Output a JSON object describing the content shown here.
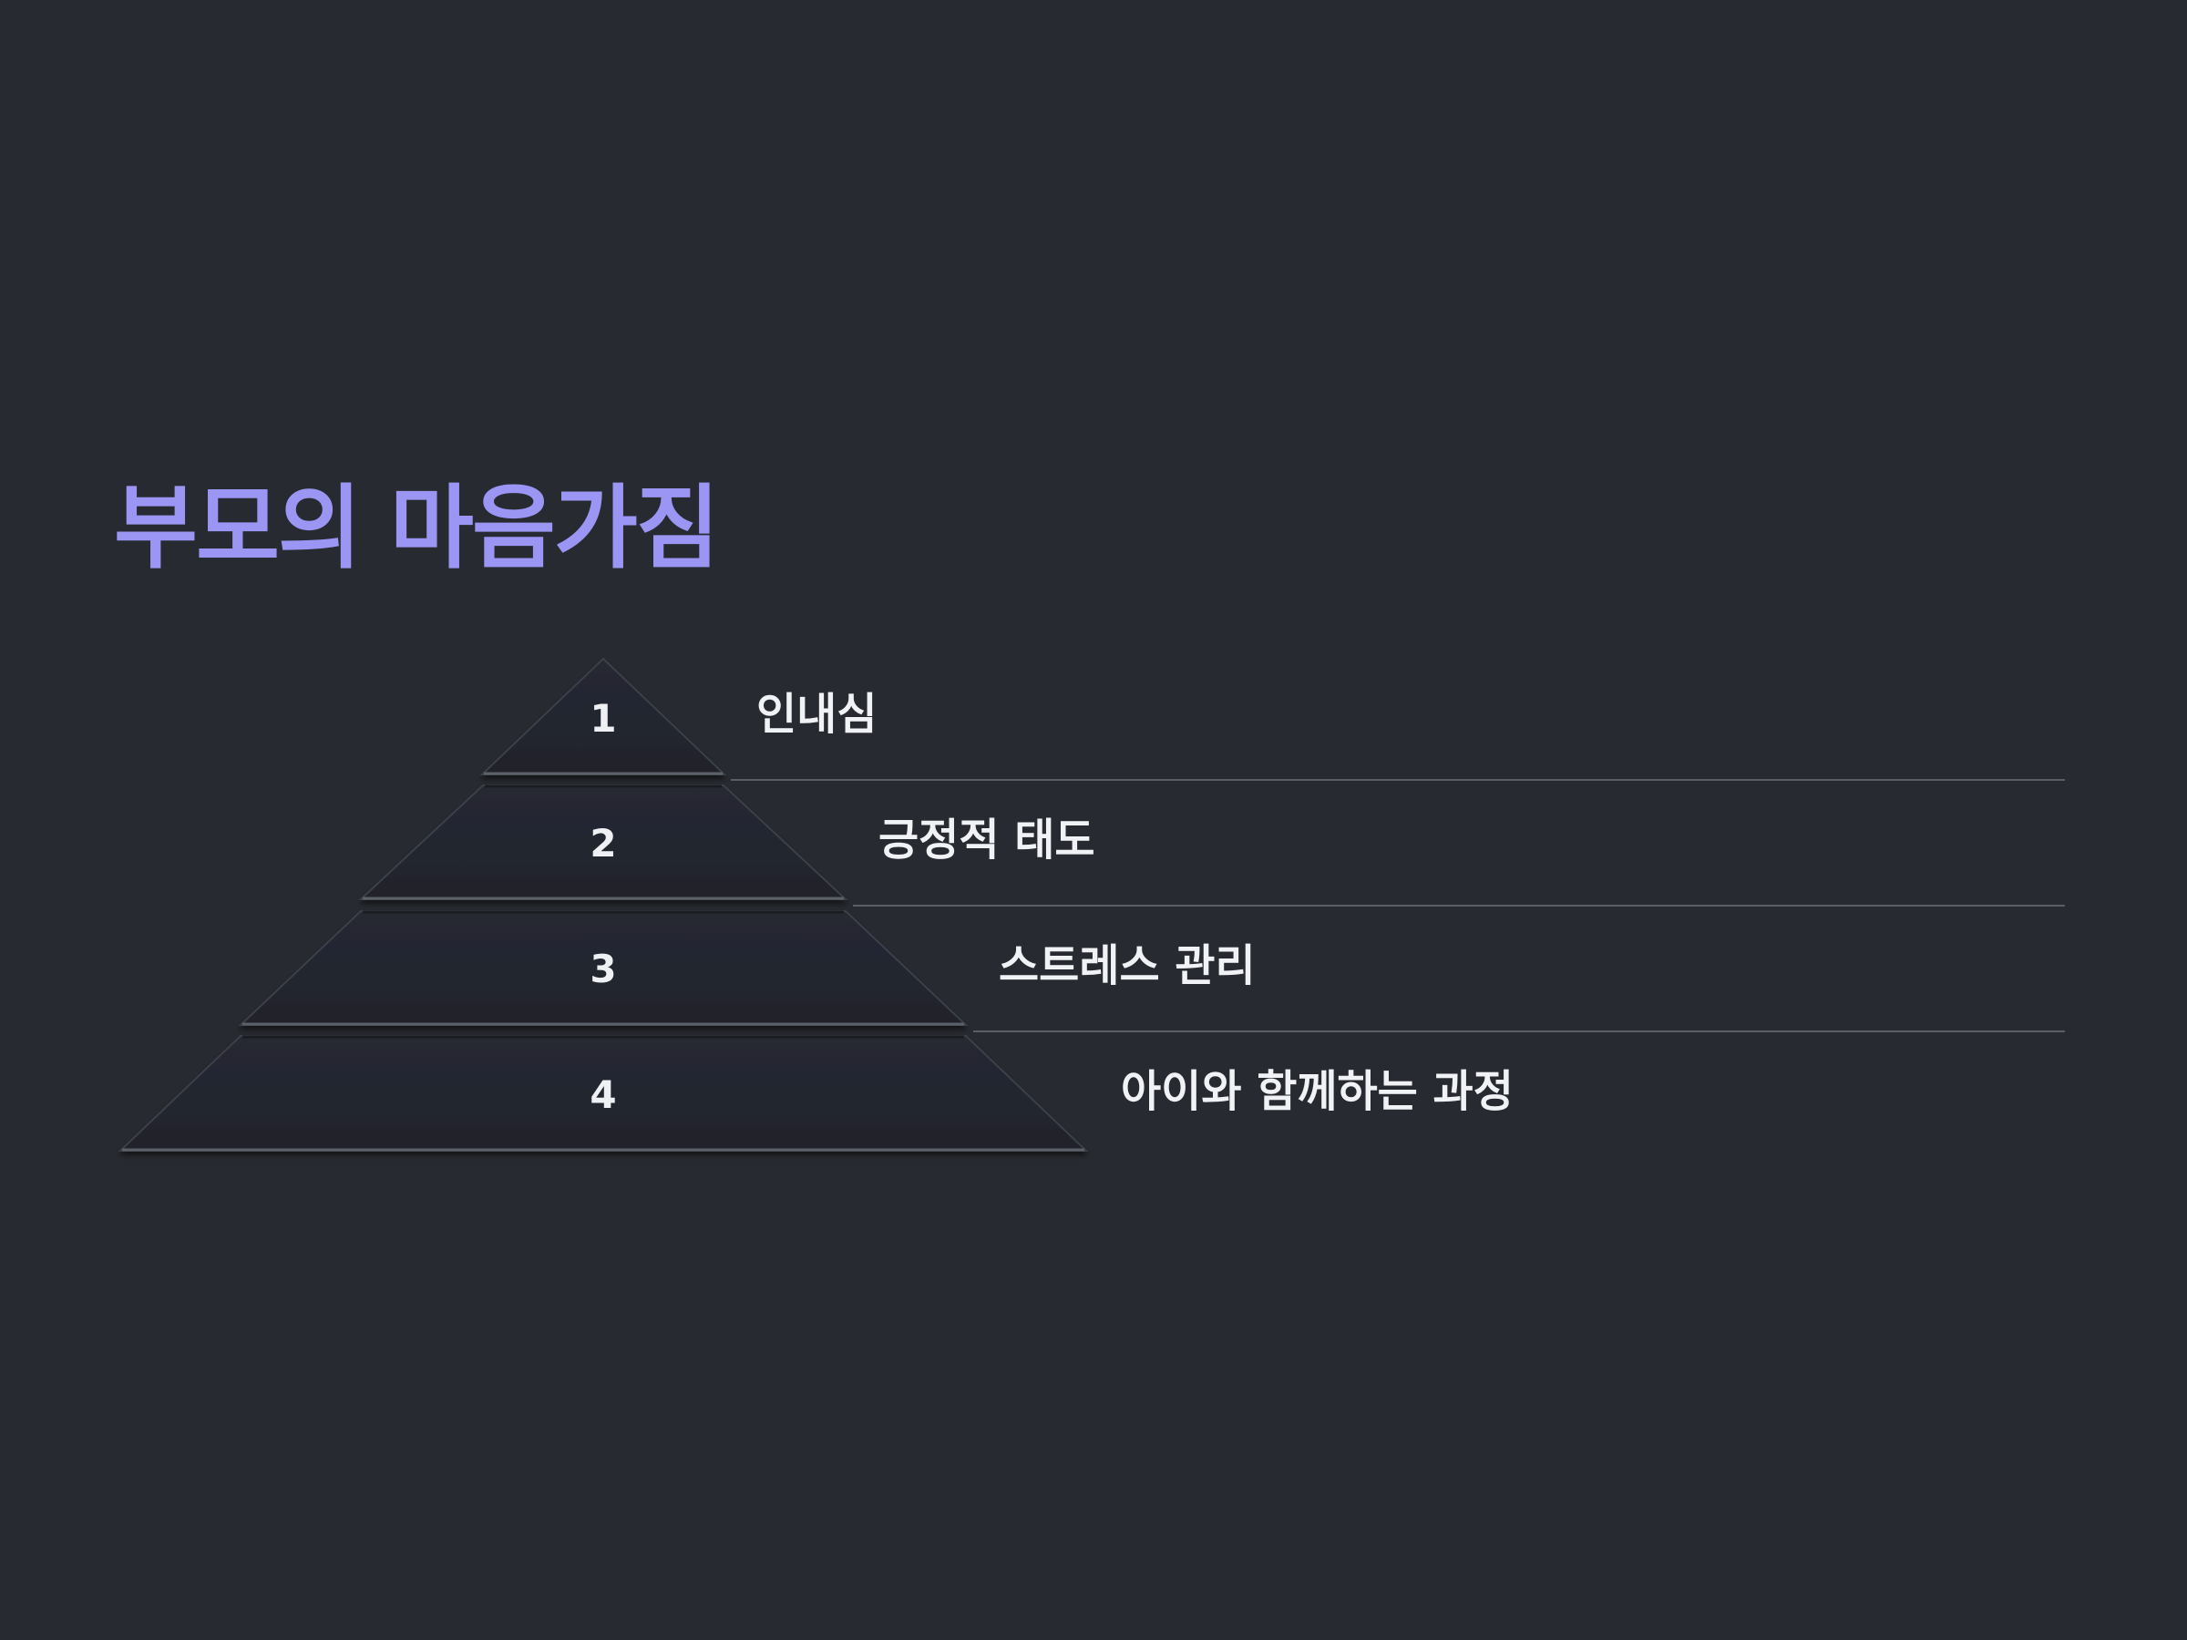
{
  "title": "부모의 마음가짐",
  "colors": {
    "background": "#272a30",
    "title": "#9b96f4",
    "layer_fill": "#23262f",
    "text": "#f0f2f5",
    "divider": "#5a5e66"
  },
  "levels": [
    {
      "number": "1",
      "label": "인내심"
    },
    {
      "number": "2",
      "label": "긍정적 태도"
    },
    {
      "number": "3",
      "label": "스트레스 관리"
    },
    {
      "number": "4",
      "label": "아이와 함께하는 과정"
    }
  ]
}
